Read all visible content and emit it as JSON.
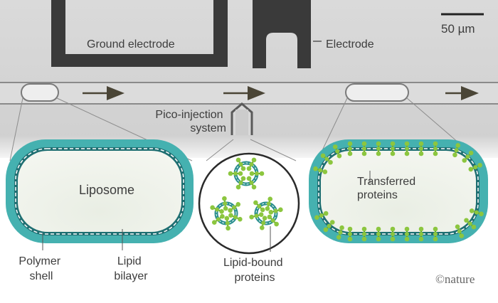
{
  "microscope": {
    "scale_bar": "50 µm",
    "ground_electrode": "Ground electrode",
    "electrode": "Electrode",
    "injection": [
      "Pico-injection",
      "system"
    ]
  },
  "panels": {
    "liposome": "Liposome",
    "polymer_shell": [
      "Polymer",
      "shell"
    ],
    "lipid_bilayer": [
      "Lipid",
      "bilayer"
    ],
    "lipid_bound": [
      "Lipid-bound",
      "proteins"
    ],
    "transferred": [
      "Transferred",
      "proteins"
    ]
  },
  "credit": "©nature",
  "colors": {
    "shell": "#45b1b0",
    "shell_dark": "#2a8f8e",
    "interior": "#e7ece3",
    "protein": "#8cc63f",
    "protein_dark": "#5a9a2a",
    "micrograph_bg": "#d5d5d5",
    "electrode": "#3a3a3a",
    "arrow": "#4a4536"
  }
}
